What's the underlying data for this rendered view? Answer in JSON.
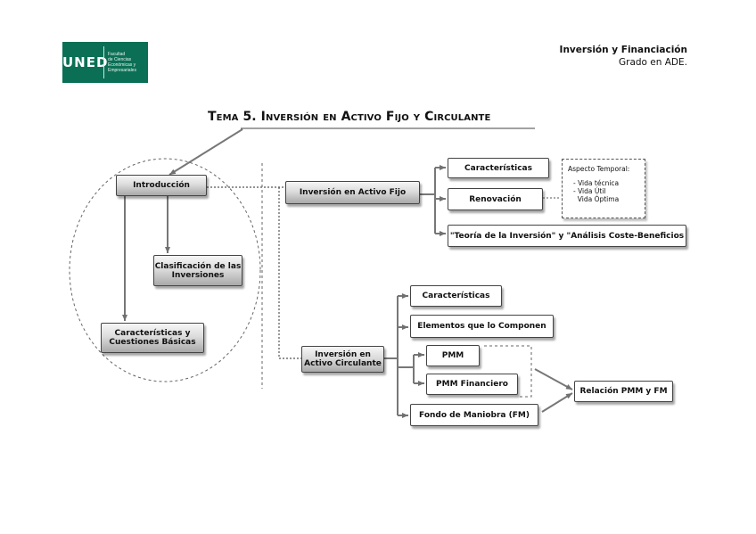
{
  "header": {
    "logo_mark": "UNED",
    "logo_lines": [
      "Facultad",
      "de Ciencias",
      "Económicas y",
      "Empresariales"
    ],
    "course_title": "Inversión y Financiación",
    "course_subtitle": "Grado en ADE."
  },
  "title": "Tema 5. Inversión en Activo Fijo y Circulante",
  "nodes": {
    "introduccion": "Introducción",
    "clasificacion": "Clasificación de las Inversiones",
    "caracteristicas_basicas": "Características y Cuestiones Básicas",
    "activo_fijo": "Inversión en Activo Fijo",
    "af_caracteristicas": "Características",
    "af_renovacion": "Renovación",
    "af_teoria": "\"Teoría de la Inversión\" y \"Análisis Coste-Beneficios",
    "activo_circulante": "Inversión en Activo Circulante",
    "ac_caracteristicas": "Características",
    "ac_elementos": "Elementos que lo Componen",
    "ac_pmm": "PMM",
    "ac_pmm_financiero": "PMM Financiero",
    "ac_fondo_maniobra": "Fondo de Maniobra (FM)",
    "relacion": "Relación PMM y FM"
  },
  "aspecto_temporal": {
    "heading": "Aspecto Temporal:",
    "items": [
      "Vida técnica",
      "Vida Útil",
      "Vida Óptima"
    ]
  },
  "colors": {
    "brand_green": "#0a6f55",
    "box_grey": "#c8c8c8",
    "line": "#555555"
  }
}
